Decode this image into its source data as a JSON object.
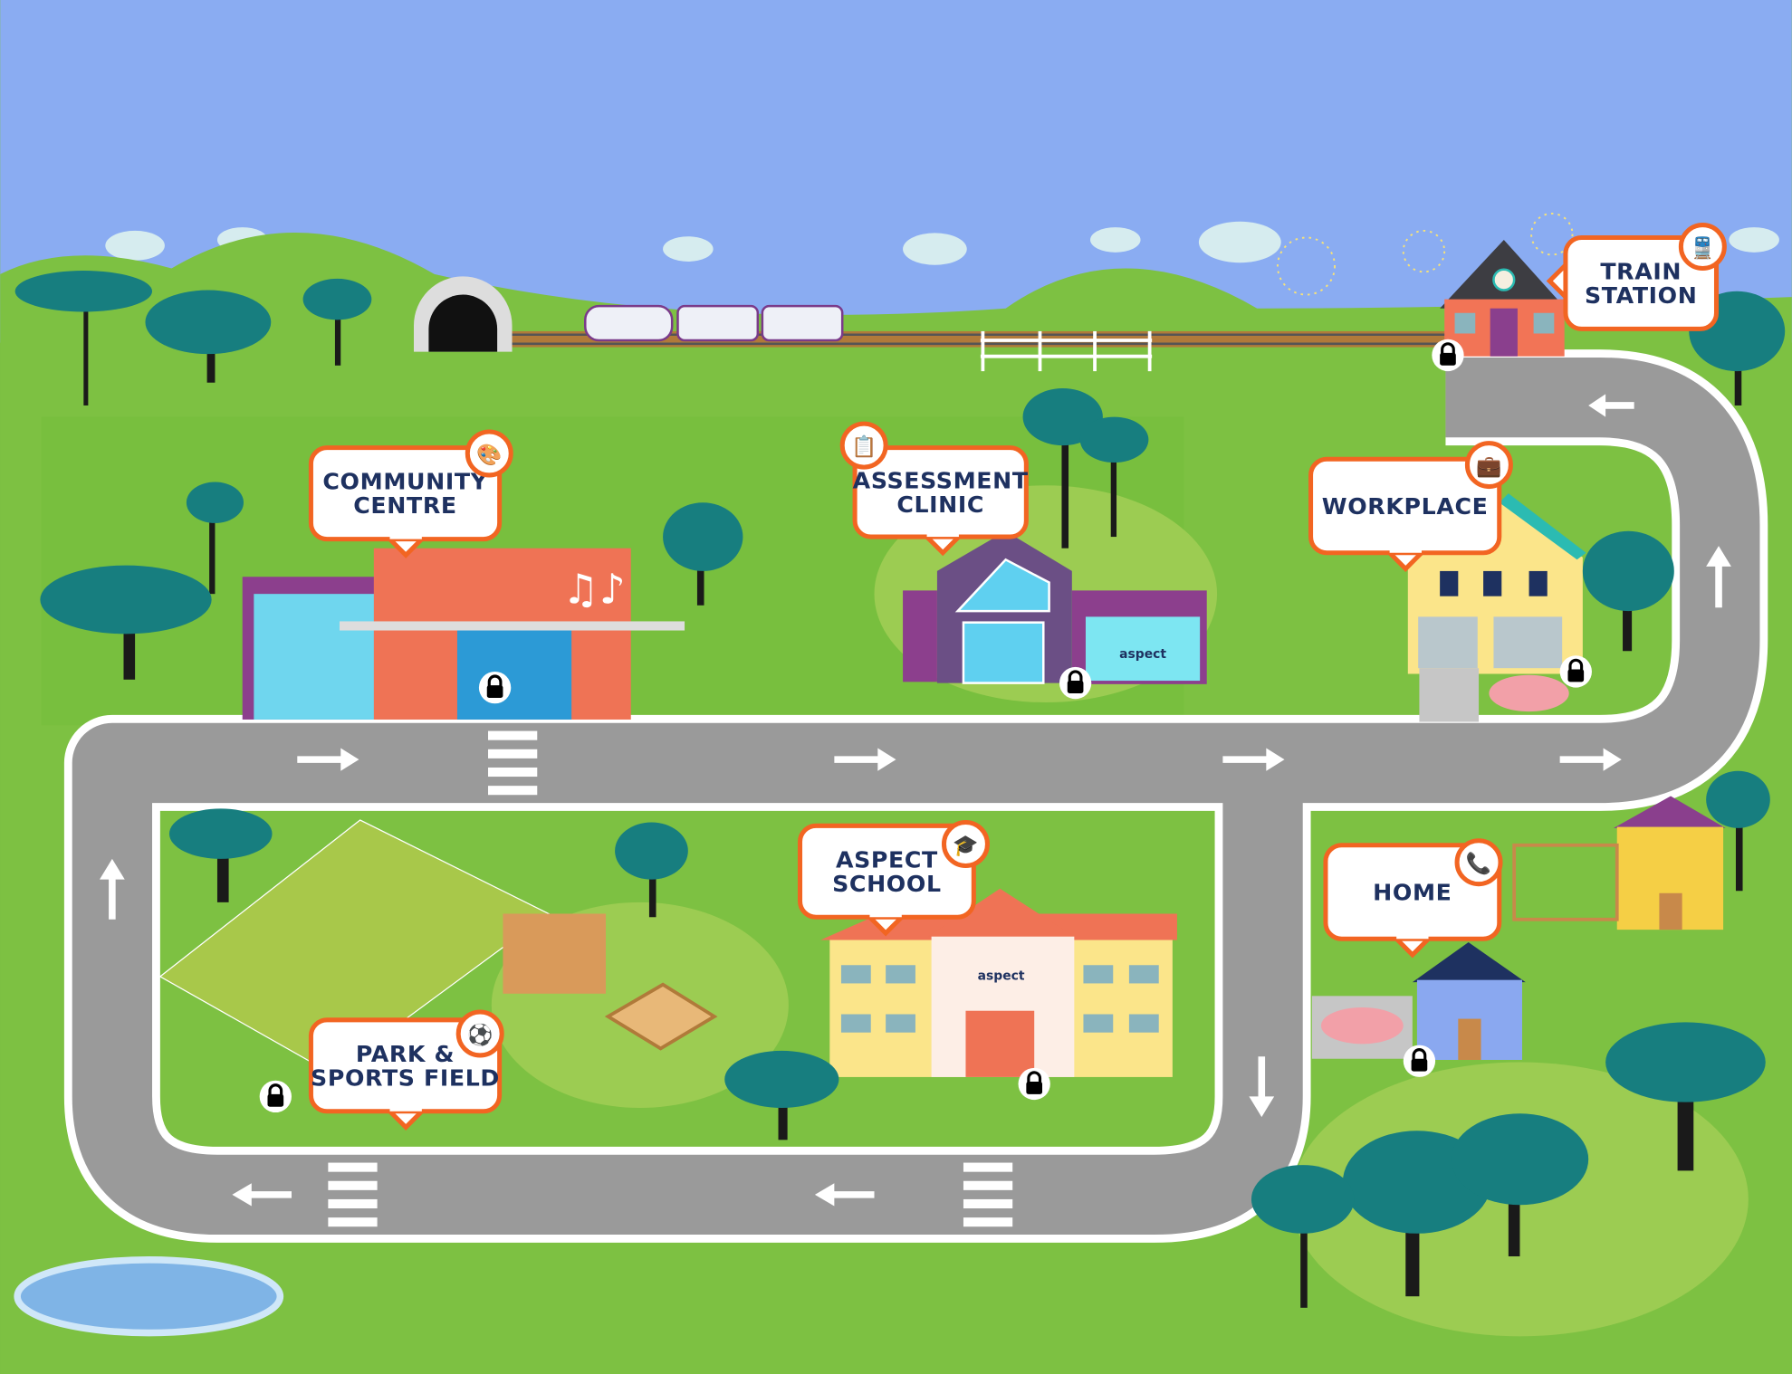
{
  "map": {
    "locations": [
      {
        "id": "community-centre",
        "lines": [
          "COMMUNITY",
          "CENTRE"
        ],
        "icon": "palette-icon",
        "locked": true
      },
      {
        "id": "assessment-clinic",
        "lines": [
          "ASSESSMENT",
          "CLINIC"
        ],
        "icon": "clipboard-icon",
        "locked": true
      },
      {
        "id": "workplace",
        "lines": [
          "WORKPLACE"
        ],
        "icon": "briefcase-icon",
        "locked": true
      },
      {
        "id": "train-station",
        "lines": [
          "TRAIN",
          "STATION"
        ],
        "icon": "train-icon",
        "locked": true
      },
      {
        "id": "aspect-school",
        "lines": [
          "ASPECT",
          "SCHOOL"
        ],
        "icon": "graduation-cap-icon",
        "locked": true
      },
      {
        "id": "home",
        "lines": [
          "HOME"
        ],
        "icon": "phone-icon",
        "locked": true
      },
      {
        "id": "park-sports-field",
        "lines": [
          "PARK &",
          "SPORTS FIELD"
        ],
        "icon": "soccer-ball-icon",
        "locked": true
      }
    ],
    "logo_text": "aspect",
    "colors": {
      "sky": "#8aacf2",
      "grass": "#7dc142",
      "light_grass": "#9ccc52",
      "road": "#9a9a9a",
      "callout_border": "#f26522",
      "label_text": "#1e3160",
      "lock": "#000000"
    }
  }
}
